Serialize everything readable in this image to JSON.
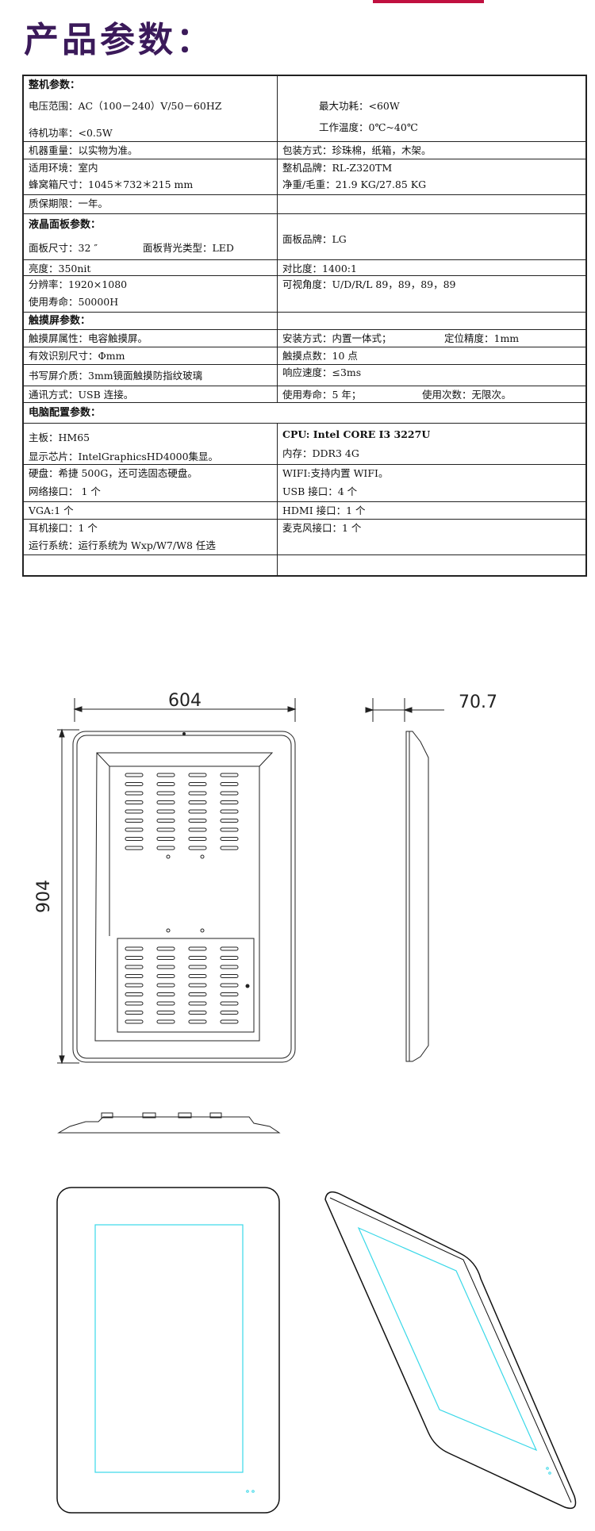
{
  "title": "产品参数：",
  "spec": {
    "whole_machine": {
      "heading": "整机参数：",
      "voltage": "电压范围：AC（100－240）V/50－60HZ",
      "max_power": "最大功耗：<60W",
      "standby_power": "待机功率：<0.5W",
      "work_temp": "工作温度：0℃~40℃",
      "weight": "机器重量：以实物为准。",
      "packing": "包装方式：珍珠棉，纸箱，木架。",
      "environment": "适用环境：室内",
      "brand": "整机品牌：RL-Z320TM",
      "carton_size": "蜂窝箱尺寸：1045＊732＊215 mm",
      "net_gross": "净重/毛重：21.9 KG/27.85 KG",
      "warranty": "质保期限：一年。"
    },
    "lcd": {
      "heading": "液晶面板参数：",
      "panel_size": "面板尺寸：32 ″",
      "backlight": "面板背光类型：LED",
      "panel_brand": "面板品牌：LG",
      "brightness": "亮度：350nit",
      "contrast": "对比度：1400:1",
      "resolution": "分辨率：1920×1080",
      "viewing_angle": "可视角度：U/D/R/L 89，89，89，89",
      "lifespan": "使用寿命：50000H"
    },
    "touch": {
      "heading": "触摸屏参数：",
      "type": "触摸屏属性：电容触摸屏。",
      "install": "安装方式：内置一体式；",
      "accuracy": "定位精度：1mm",
      "min_size": "有效识别尺寸：Φmm",
      "points": "触摸点数：10 点",
      "medium": "书写屏介质：3mm镜面触摸防指纹玻璃",
      "response": "响应速度：≤3ms",
      "comm": "通讯方式：USB 连接。",
      "life": "使用寿命：5 年；",
      "count": "使用次数：无限次。"
    },
    "pc": {
      "heading": "电脑配置参数：",
      "board": "主板：HM65",
      "cpu": "CPU: Intel CORE I3 3227U",
      "graphics": "显示芯片：IntelGraphicsHD4000集显。",
      "memory": "内存：DDR3  4G",
      "hdd": "硬盘：希捷 500G，还可选固态硬盘。",
      "wifi": "WIFI:支持内置 WIFI。",
      "lan": "网络接口： 1 个",
      "usb": "USB 接口：4 个",
      "vga": "VGA:1 个",
      "hdmi": "HDMI 接口：1 个",
      "earphone": "耳机接口：1 个",
      "mic": "麦克风接口：1 个",
      "os": "运行系统：运行系统为 Wxp/W7/W8 任选"
    }
  },
  "drawing": {
    "width_dim": "604",
    "height_dim": "904",
    "depth_dim": "70.7"
  },
  "colors": {
    "title": "#3b1a5a",
    "screen_outline": "#3ad8e8"
  }
}
